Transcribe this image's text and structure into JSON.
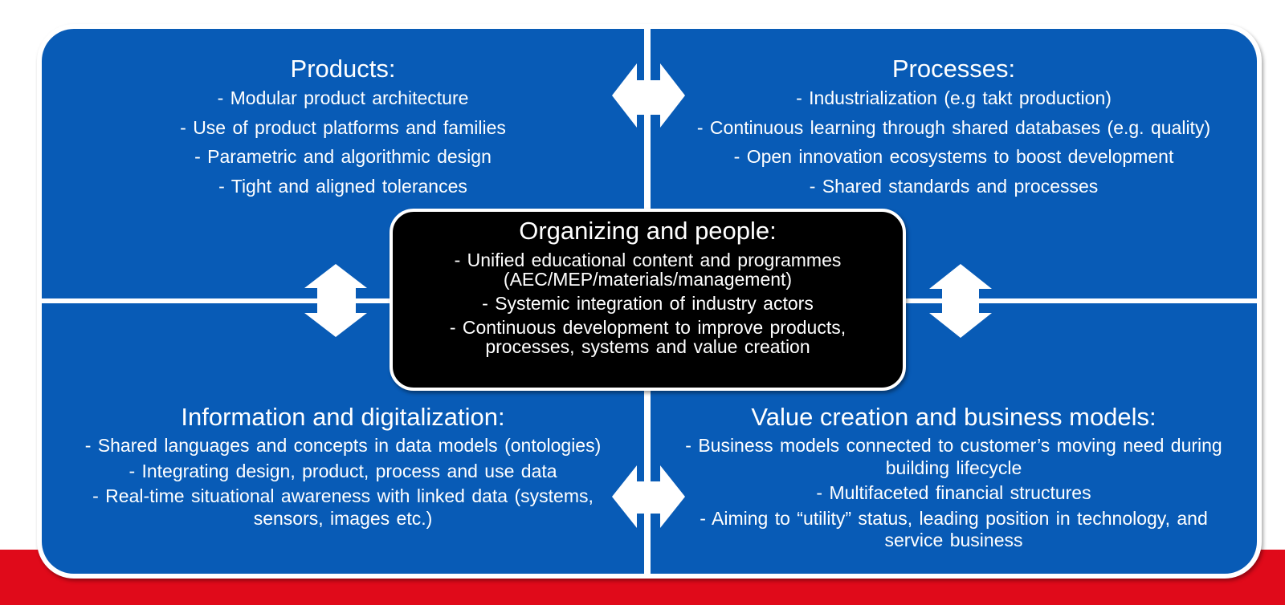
{
  "colors": {
    "quadrant": "#085bb6",
    "center": "#000000",
    "band": "#e00a1a",
    "arrow": "#ffffff"
  },
  "products": {
    "title": "Products:",
    "items": [
      "- Modular product architecture",
      "- Use of product platforms and families",
      "- Parametric and algorithmic design",
      "- Tight and aligned tolerances"
    ]
  },
  "processes": {
    "title": "Processes:",
    "items": [
      "- Industrialization (e.g takt production)",
      "- Continuous learning through shared databases (e.g. quality)",
      "- Open innovation ecosystems to boost development",
      "- Shared standards and processes"
    ]
  },
  "organizing": {
    "title": "Organizing and people:",
    "items": [
      [
        "- Unified educational content and programmes",
        "(AEC/MEP/materials/management)"
      ],
      [
        "- Systemic integration of industry actors"
      ],
      [
        "- Continuous development to improve products,",
        "processes, systems and value creation"
      ]
    ]
  },
  "information": {
    "title": "Information and digitalization:",
    "items": [
      [
        "- Shared languages and concepts in data models (ontologies)"
      ],
      [
        "- Integrating design, product, process and use data"
      ],
      [
        "- Real-time situational awareness with linked data (systems,",
        "sensors, images etc.)"
      ]
    ]
  },
  "value": {
    "title": "Value creation and business models:",
    "items": [
      [
        "- Business models connected to customer’s moving need during",
        "building lifecycle"
      ],
      [
        "- Multifaceted financial structures"
      ],
      [
        "- Aiming to “utility” status, leading position in technology, and",
        "service business"
      ]
    ]
  },
  "arrows": [
    "double-arrow-horizontal",
    "double-arrow-vertical",
    "double-arrow-vertical",
    "double-arrow-horizontal"
  ]
}
